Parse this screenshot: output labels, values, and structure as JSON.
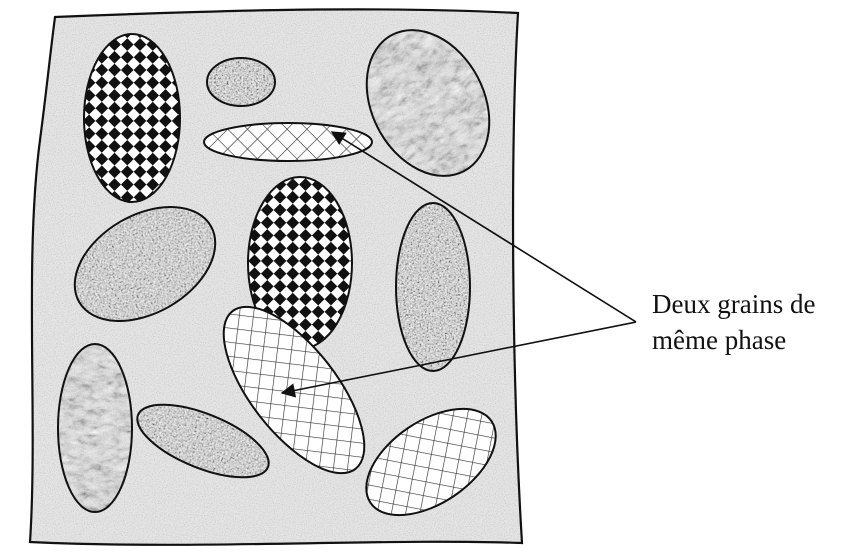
{
  "caption": {
    "line1": "Deux grains de",
    "line2": "même phase"
  },
  "colors": {
    "matrix_fill": "#e7e7e7",
    "outline": "#111111",
    "checker_dark": "#111111",
    "grain_mottled": "#8a8a8a",
    "grain_dark_textured": "#4a4a4a",
    "crosshatch_line": "#333333"
  },
  "phases": [
    "checkerboard",
    "mottled-gray",
    "dark-textured",
    "crosshatch"
  ]
}
